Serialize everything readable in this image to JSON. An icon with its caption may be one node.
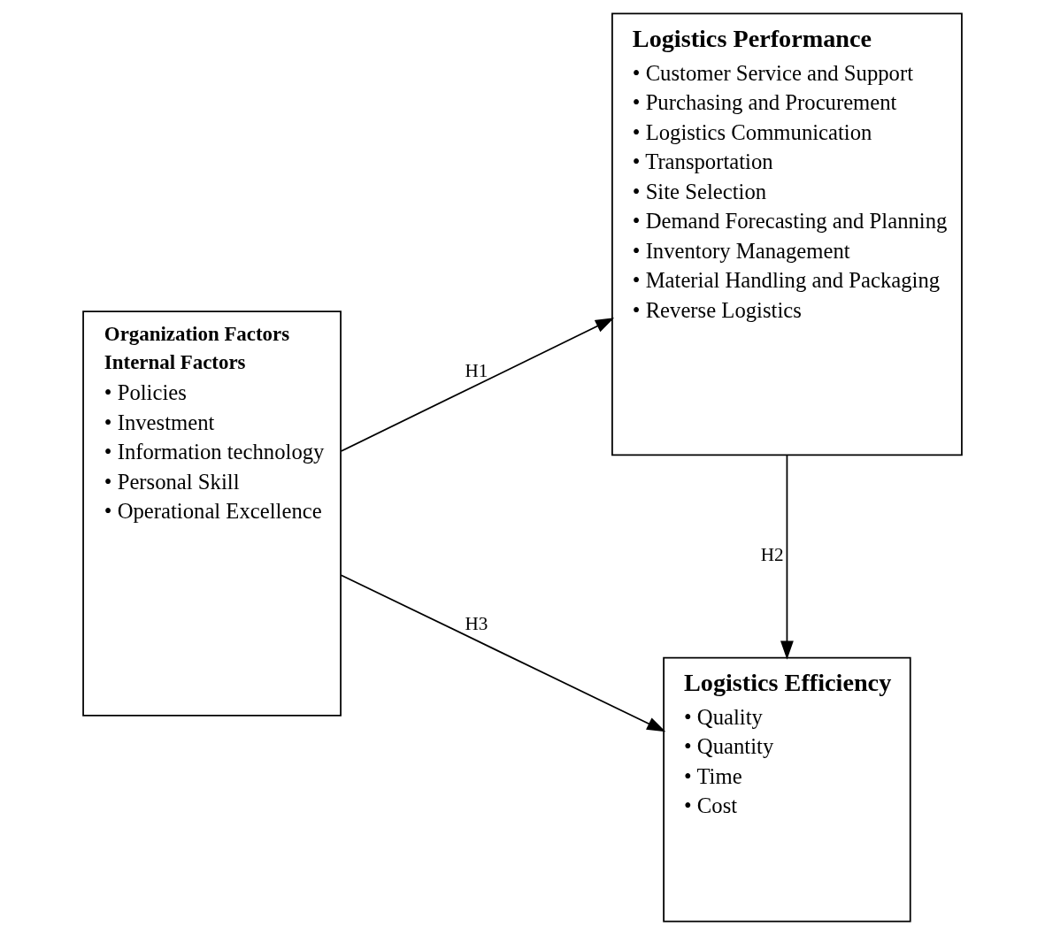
{
  "diagram": {
    "nodes": [
      {
        "text": [
          "Organization Factors",
          "Internal Factors",
          "• Policies",
          "• Investment",
          "• Information technology",
          "• Personal Skill",
          "• Operational Excellence"
        ]
      },
      {
        "text": [
          "Logistics Performance",
          "• Customer Service and Support",
          "• Purchasing and Procurement",
          "• Logistics Communication",
          "• Transportation",
          "• Site Selection",
          "• Demand Forecasting and Planning",
          "• Inventory Management",
          "• Material Handling and Packaging",
          "• Reverse Logistics"
        ]
      },
      {
        "text": [
          "Logistics Efficiency",
          "• Quality",
          "• Quantity",
          "• Time",
          "• Cost"
        ]
      }
    ],
    "edges": [
      {
        "from": 0,
        "to": 1,
        "arrow": "to",
        "label": "H1"
      },
      {
        "from": 1,
        "to": 2,
        "arrow": "to",
        "label": "H2"
      },
      {
        "from": 0,
        "to": 2,
        "arrow": "to",
        "label": "H3"
      }
    ]
  }
}
